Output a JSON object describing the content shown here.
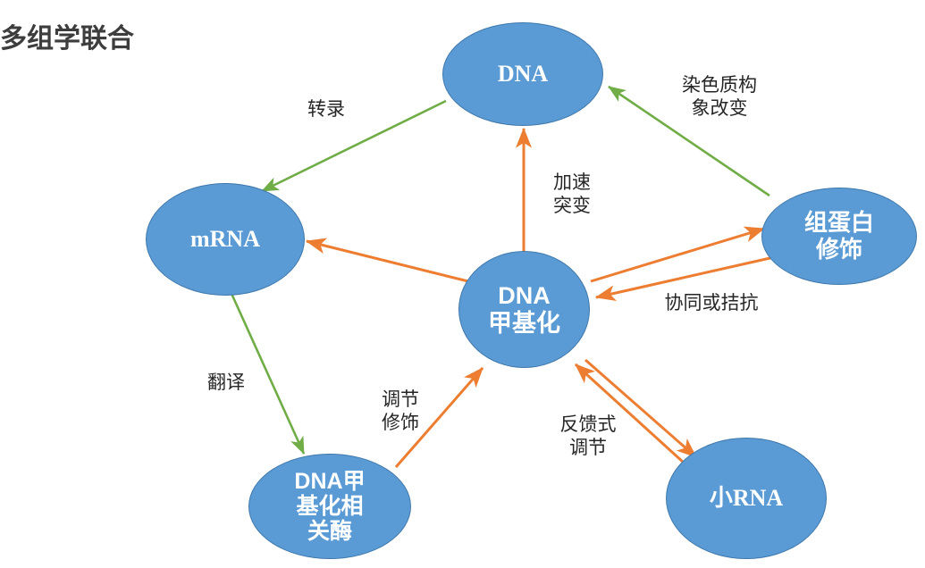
{
  "title": "多组学联合",
  "colors": {
    "node_fill": "#5B9BD5",
    "node_stroke": "#3f78ab",
    "arrow_green": "#70AD47",
    "arrow_orange": "#ED7D31",
    "title_text": "#3d3d3d",
    "label_text": "#262626",
    "node_text": "#ffffff",
    "background": "#ffffff"
  },
  "nodes": [
    {
      "id": "dna",
      "label": "DNA",
      "font": "serif",
      "font_size": 26
    },
    {
      "id": "mrna",
      "label": "mRNA",
      "font": "serif",
      "font_size": 26
    },
    {
      "id": "methylation",
      "label": "DNA\n甲基化",
      "font": "sans",
      "font_size": 27
    },
    {
      "id": "histone",
      "label": "组蛋白\n修饰",
      "font": "sans",
      "font_size": 26
    },
    {
      "id": "enzyme",
      "label": "DNA甲\n基化相\n关酶",
      "font": "sans",
      "font_size": 25
    },
    {
      "id": "smallrna",
      "label": "小RNA",
      "font": "serif",
      "font_size": 26
    }
  ],
  "edges": [
    {
      "id": "dna-to-mrna",
      "label": "转录",
      "from": "dna",
      "to": "mrna",
      "color": "green",
      "direction": "one-way"
    },
    {
      "id": "histone-to-dna",
      "label": "染色质构\n象改变",
      "from": "histone",
      "to": "dna",
      "color": "green",
      "direction": "one-way"
    },
    {
      "id": "mrna-to-enzyme",
      "label": "翻译",
      "from": "mrna",
      "to": "enzyme",
      "color": "green",
      "direction": "one-way"
    },
    {
      "id": "methylation-to-dna",
      "label": "加速\n突变",
      "from": "methylation",
      "to": "dna",
      "color": "orange",
      "direction": "one-way"
    },
    {
      "id": "methylation-to-mrna",
      "label": "",
      "from": "methylation",
      "to": "mrna",
      "color": "orange",
      "direction": "one-way"
    },
    {
      "id": "methylation-histone",
      "label": "协同或拮抗",
      "from": "methylation",
      "to": "histone",
      "color": "orange",
      "direction": "two-way"
    },
    {
      "id": "enzyme-to-methylation",
      "label": "调节\n修饰",
      "from": "enzyme",
      "to": "methylation",
      "color": "orange",
      "direction": "one-way"
    },
    {
      "id": "methylation-smallrna",
      "label": "反馈式\n调节",
      "from": "methylation",
      "to": "smallrna",
      "color": "orange",
      "direction": "two-way"
    }
  ]
}
